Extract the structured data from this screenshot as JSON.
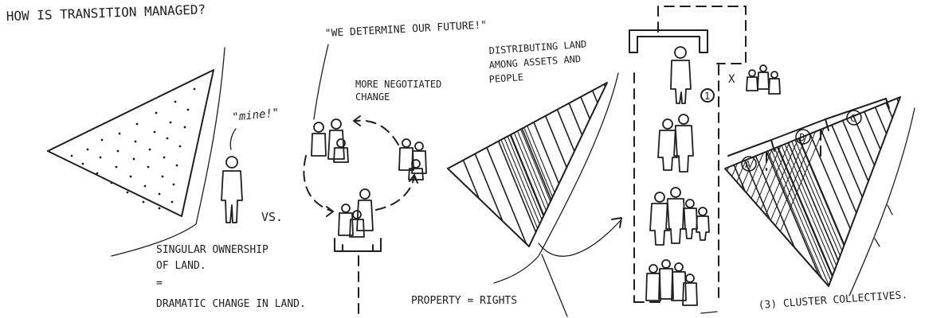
{
  "title": "HOW IS TRANSITION MANAGED?",
  "quote": "\"WE DETERMINE OUR FUTURE!\"",
  "mine": "\"mine!\"",
  "versus": "VS.",
  "singular_line1": "SINGULAR OWNERSHIP",
  "singular_line2": "OF LAND.",
  "equals": "=",
  "dramatic": "DRAMATIC CHANGE IN LAND.",
  "negotiated_line1": "MORE NEGOTIATED",
  "negotiated_line2": "CHANGE",
  "distributing_line1": "DISTRIBUTING LAND",
  "distributing_line2": "AMONG ASSETS AND",
  "distributing_line3": "PEOPLE",
  "property": "PROPERTY = RIGHTS",
  "label_a": "A",
  "label_b": "B",
  "label_c": "C",
  "cluster": "(3) CLUSTER COLLECTIVES.",
  "num_one": "1",
  "times": "X"
}
